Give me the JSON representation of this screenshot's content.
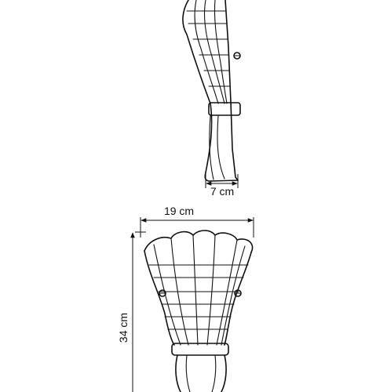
{
  "dimensions": {
    "side_depth": "7 cm",
    "front_width": "19 cm",
    "front_height": "34 cm"
  },
  "colors": {
    "line": "#111111",
    "background": "#ffffff"
  }
}
